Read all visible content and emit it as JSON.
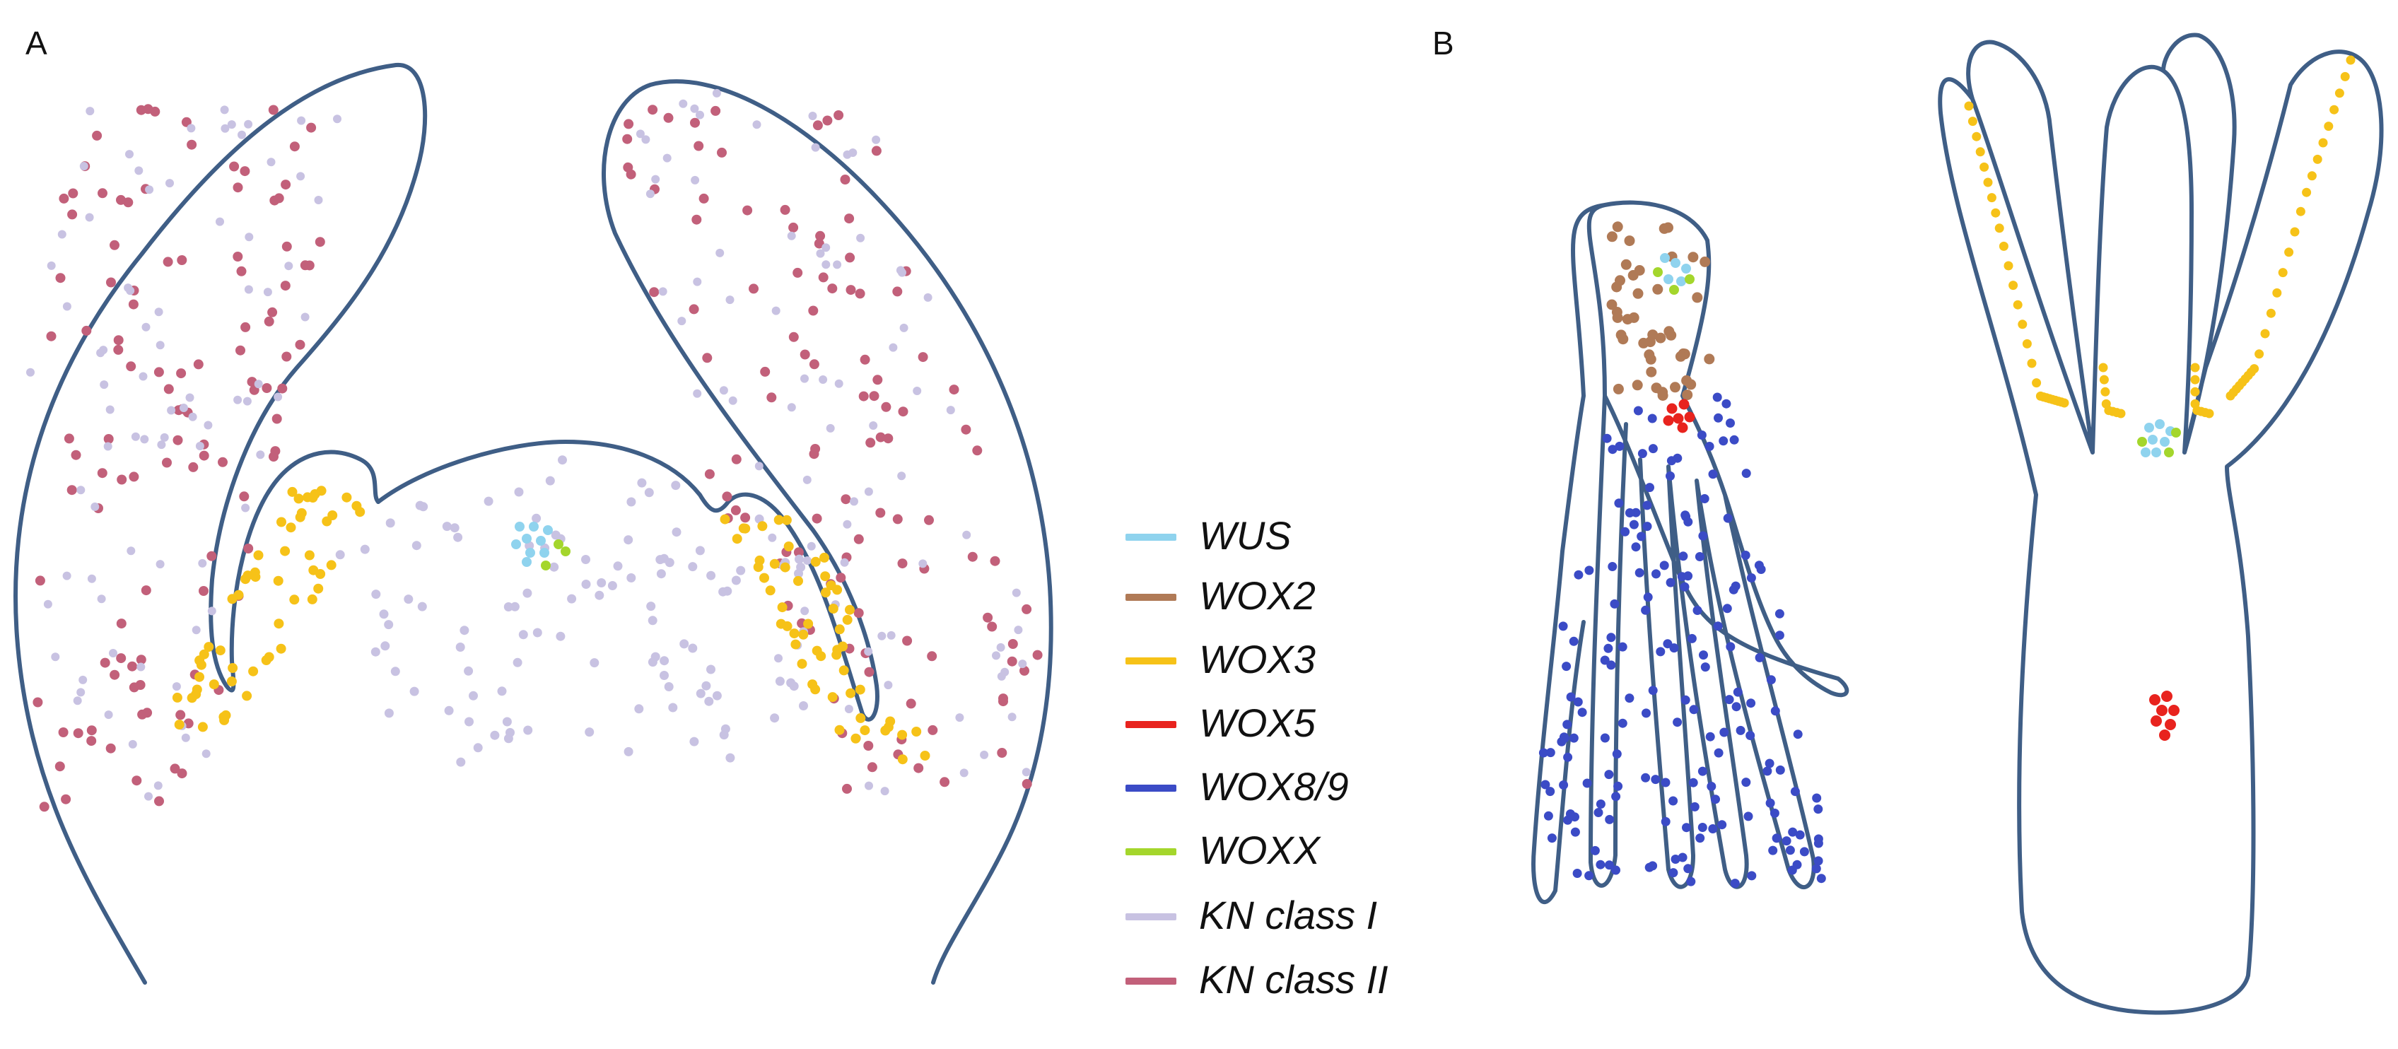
{
  "panels": {
    "a": "A",
    "b": "B"
  },
  "outline_color": "#3f5e86",
  "legend": [
    {
      "label": "WUS",
      "color": "#8fd3ee"
    },
    {
      "label": "WOX2",
      "color": "#b07a56"
    },
    {
      "label": "WOX3",
      "color": "#f6c218"
    },
    {
      "label": "WOX5",
      "color": "#e8231e"
    },
    {
      "label": "WOX8/9",
      "color": "#3b4bc6"
    },
    {
      "label": "WOXX",
      "color": "#a4d62c"
    },
    {
      "label": "KN class I",
      "color": "#c8c2e2"
    },
    {
      "label": "KN class II",
      "color": "#c2607a"
    }
  ]
}
